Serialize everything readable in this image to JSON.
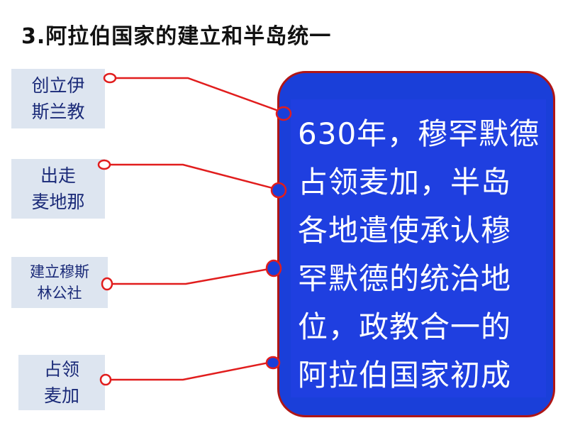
{
  "title": "3.阿拉伯国家的建立和半岛统一",
  "tags": [
    {
      "line1": "创立伊",
      "line2": "斯兰教"
    },
    {
      "line1": "出走",
      "line2": "麦地那"
    },
    {
      "line1": "建立穆斯",
      "line2": "林公社"
    },
    {
      "line1": "占领",
      "line2": "麦加"
    }
  ],
  "panel": {
    "lines": [
      "630年，穆罕默德",
      "占领麦加，半岛",
      "各地遣使承认穆",
      "罕默德的统治地",
      "位，政教合一的",
      "阿拉伯国家初成"
    ]
  },
  "colors": {
    "panel_fill": "#1a3fd9",
    "panel_border": "#b01616",
    "connector": "#e11d1d",
    "tag_fill": "#dde5f0",
    "tag_text": "#1a2a78"
  }
}
